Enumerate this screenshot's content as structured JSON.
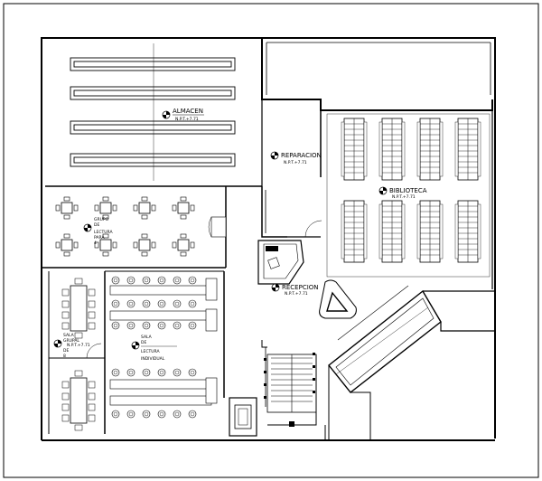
{
  "drawing": {
    "rooms": {
      "almacen": {
        "name": "ALMACEN",
        "level": "N.P.T.+7.71"
      },
      "reparacion": {
        "name": "REPARACION",
        "level": "N.P.T.+7.71"
      },
      "biblioteca": {
        "name": "BIBLIOTECA",
        "level": "N.P.T.+7.71"
      },
      "recepcion": {
        "name": "RECEPCION",
        "level": "N.P.T.+7.71"
      },
      "grupo_lectura_4": {
        "lines": [
          "GRUPO",
          "DE",
          "LECTURA",
          "PARA",
          "4"
        ]
      },
      "sala_grupal": {
        "lines": [
          "SALA",
          "GRUPAL",
          "DE",
          "8"
        ],
        "level": "N.P.T.+7.71"
      },
      "sala_individual": {
        "lines": [
          "SALA",
          "DE",
          "LECTURA",
          "INDIVIDUAL"
        ]
      }
    }
  }
}
